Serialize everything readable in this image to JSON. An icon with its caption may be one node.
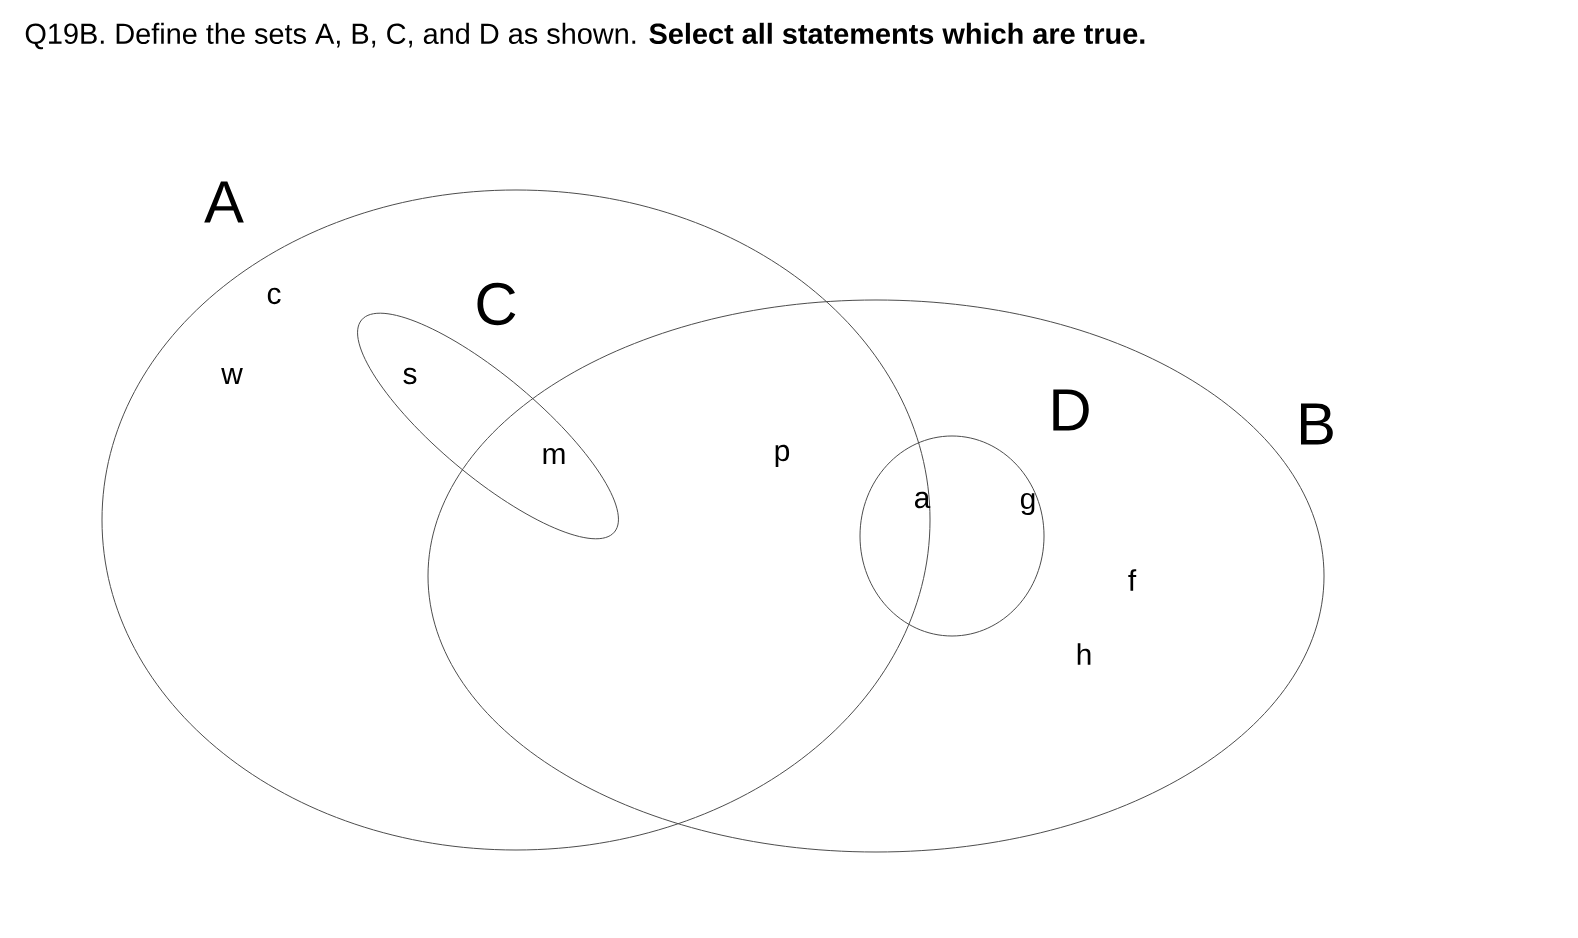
{
  "diagram": {
    "title": "Q19B. Define the sets A, B, C, and D as shown. **Select all statements which are true.**",
    "nodes": [
      {
        "text": [
          "A"
        ]
      },
      {
        "text": [
          "B"
        ]
      },
      {
        "text": [
          "C"
        ],
        "in": 0
      },
      {
        "text": [
          "D"
        ],
        "in": 1
      }
    ],
    "labels": [
      "c",
      "w",
      "s",
      "m",
      "p",
      "a",
      "g",
      "f",
      "h"
    ]
  }
}
